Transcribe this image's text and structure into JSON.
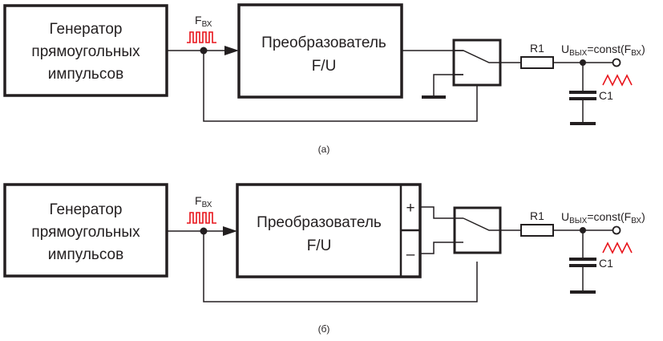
{
  "diagrams": [
    {
      "id": "a",
      "caption": "(a)",
      "generator": {
        "lines": [
          "Генератор",
          "прямоугольных",
          "импульсов"
        ]
      },
      "input_signal_label": {
        "main": "F",
        "sub": "ВХ"
      },
      "converter": {
        "lines": [
          "Преобразователь",
          "F/U"
        ]
      },
      "resistor_label": "R1",
      "capacitor_label": "C1",
      "output_label": {
        "u": "U",
        "u_sub": "ВЫХ",
        "mid": "=const(F",
        "f_sub": "ВХ",
        "end": ")"
      }
    },
    {
      "id": "b",
      "caption": "(б)",
      "generator": {
        "lines": [
          "Генератор",
          "прямоугольных",
          "импульсов"
        ]
      },
      "input_signal_label": {
        "main": "F",
        "sub": "ВХ"
      },
      "converter": {
        "lines": [
          "Преобразователь",
          "F/U"
        ],
        "outputs": [
          "+",
          "–"
        ]
      },
      "resistor_label": "R1",
      "capacitor_label": "C1",
      "output_label": {
        "u": "U",
        "u_sub": "ВЫХ",
        "mid": "=const(F",
        "f_sub": "ВХ",
        "end": ")"
      }
    }
  ],
  "colors": {
    "line": "#231f20",
    "signal": "#e8141b"
  }
}
